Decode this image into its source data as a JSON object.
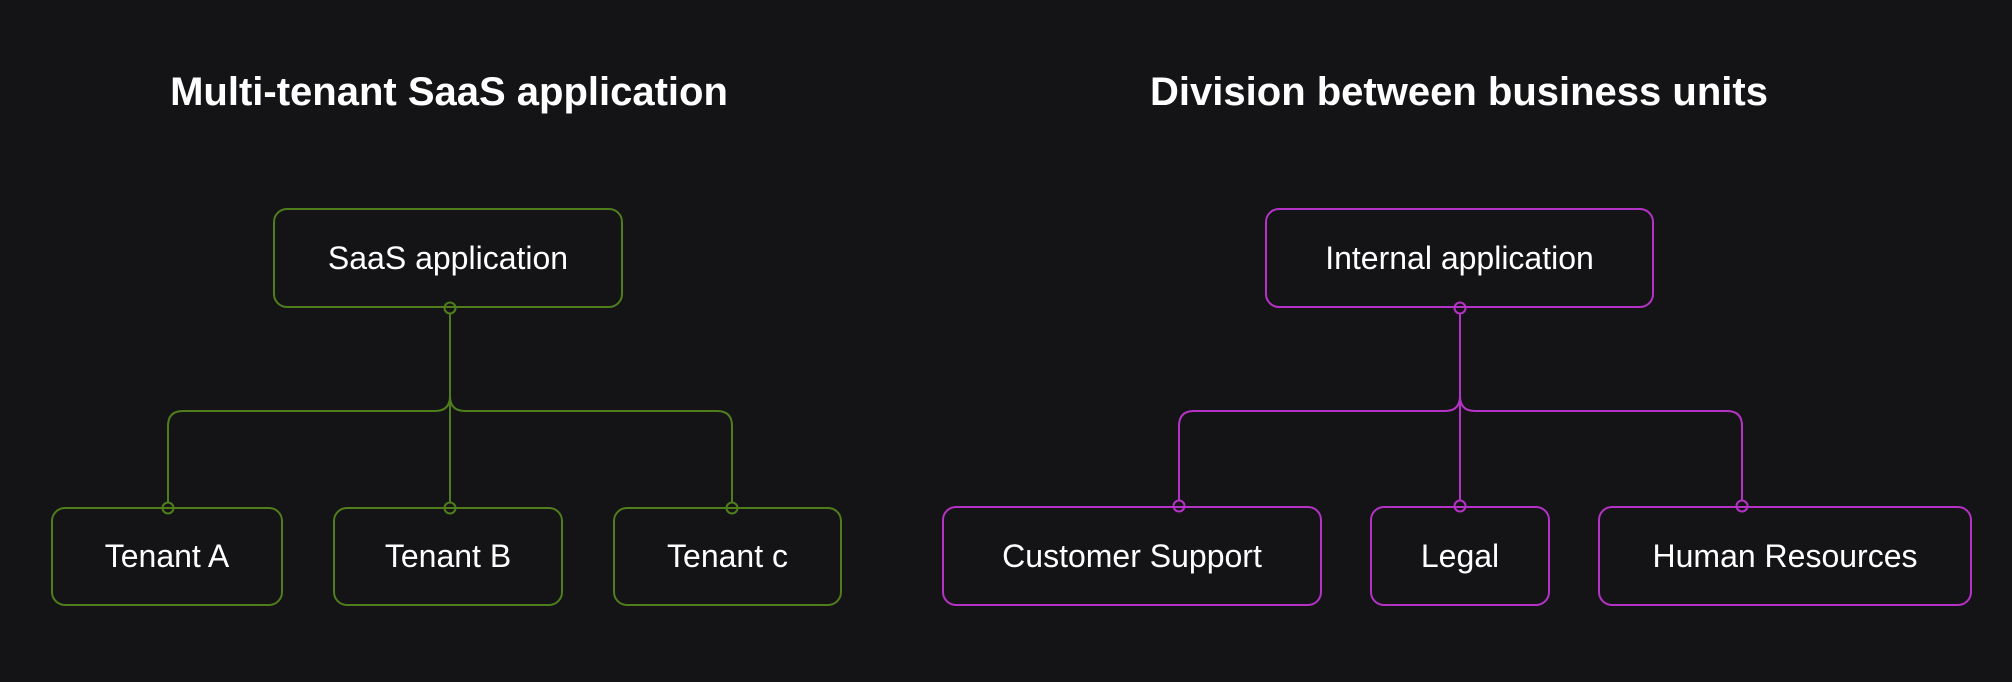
{
  "colors": {
    "background": "#141416",
    "green": "#4f7d1c",
    "magenta": "#b532c6",
    "text": "#ffffff"
  },
  "left": {
    "title": "Multi-tenant SaaS application",
    "root": "SaaS application",
    "children": [
      "Tenant A",
      "Tenant B",
      "Tenant c"
    ]
  },
  "right": {
    "title": "Division between business units",
    "root": "Internal application",
    "children": [
      "Customer Support",
      "Legal",
      "Human Resources"
    ]
  }
}
